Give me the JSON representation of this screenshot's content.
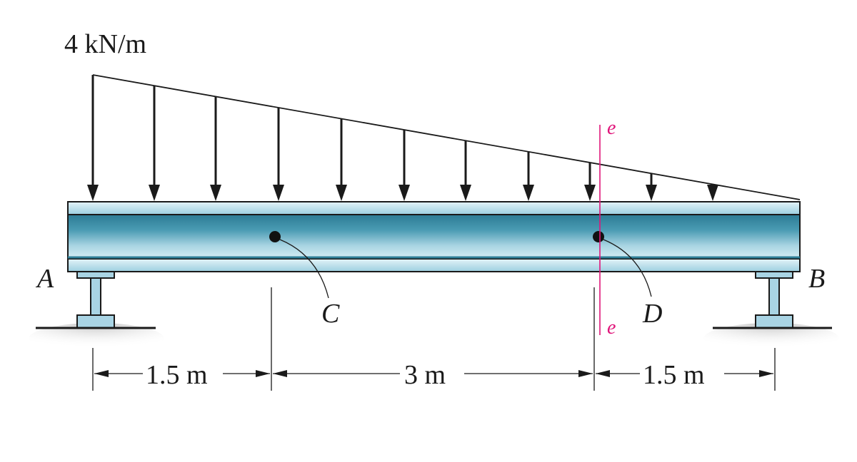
{
  "load": {
    "intensity_label": "4 kN/m"
  },
  "supports": {
    "left_label": "A",
    "right_label": "B"
  },
  "points": {
    "c_label": "C",
    "d_label": "D"
  },
  "section": {
    "top_label": "e",
    "bottom_label": "e",
    "color": "#e0157a"
  },
  "dimensions": [
    {
      "label": "1.5 m"
    },
    {
      "label": "3 m"
    },
    {
      "label": "1.5 m"
    }
  ],
  "colors": {
    "beam_web_dark": "#2f7f97",
    "beam_web_light": "#b9dfe9",
    "beam_flange": "#a9d4e4",
    "support_fill": "#a9d4e4",
    "ground_shadow": "#c8c8c8",
    "ink": "#1a1a1a"
  }
}
